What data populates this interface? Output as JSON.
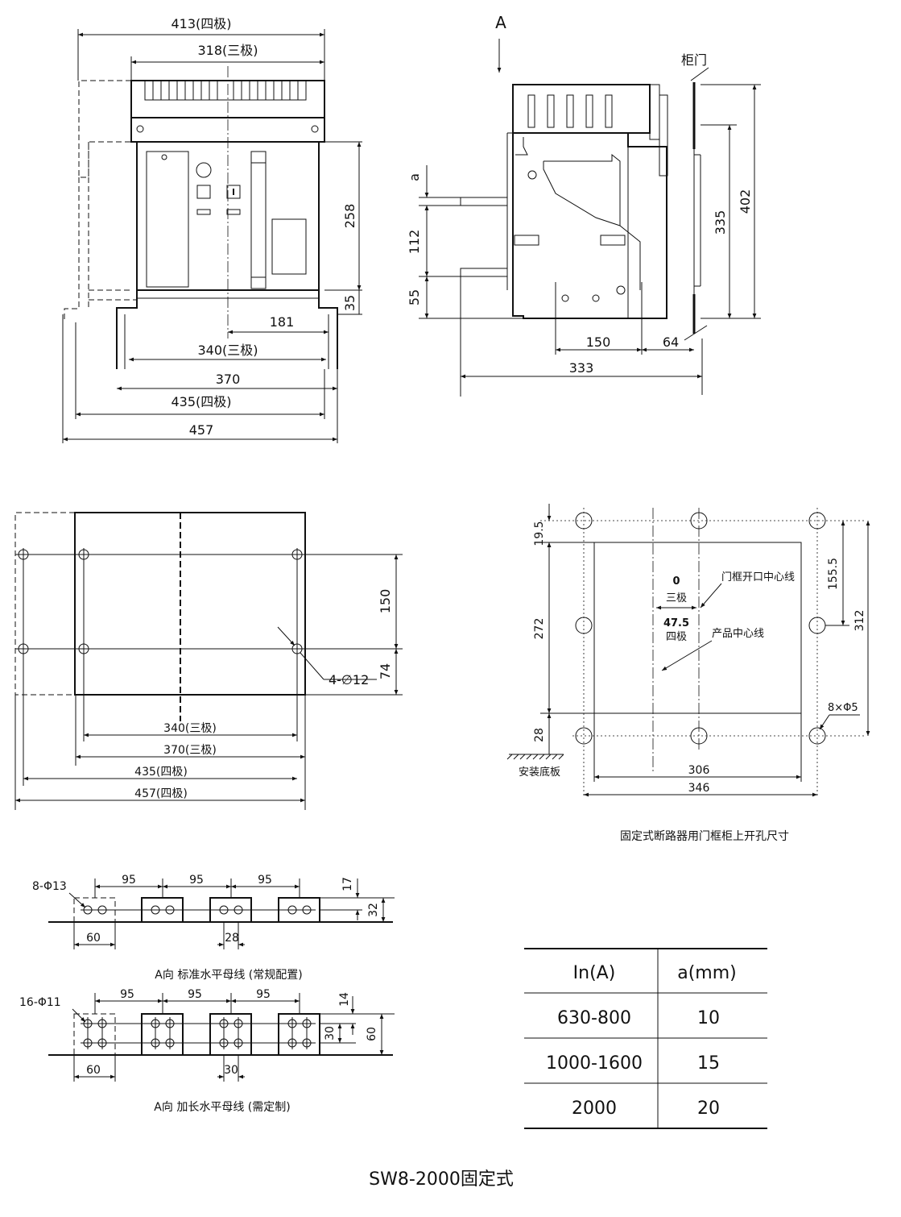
{
  "front_view": {
    "dim_413": "413(四极)",
    "dim_318": "318(三极)",
    "dim_258": "258",
    "dim_35": "35",
    "dim_181": "181",
    "dim_340": "340(三极)",
    "dim_370": "370",
    "dim_435": "435(四极)",
    "dim_457": "457"
  },
  "side_view": {
    "arrow_label": "A",
    "door_label": "柜门",
    "dim_a": "a",
    "dim_112": "112",
    "dim_55": "55",
    "dim_335": "335",
    "dim_402": "402",
    "dim_150": "150",
    "dim_64": "64",
    "dim_333": "333"
  },
  "mount_view": {
    "dim_150": "150",
    "dim_74": "74",
    "hole_label": "4-∅12",
    "dim_340": "340(三极)",
    "dim_370": "370(三极)",
    "dim_435": "435(四极)",
    "dim_457": "457(四极)"
  },
  "door_cutout": {
    "dim_19_5": "19.5",
    "dim_272": "272",
    "dim_28": "28",
    "dim_155_5": "155.5",
    "dim_312": "312",
    "zero": "0",
    "three_pole": "三极",
    "offset": "47.5",
    "four_pole": "四极",
    "door_center": "门框开口中心线",
    "product_center": "产品中心线",
    "hole_label": "8×Φ5",
    "base_label": "安装底板",
    "dim_306": "306",
    "dim_346": "346",
    "caption": "固定式断路器用门框柜上开孔尺寸"
  },
  "busbar_std": {
    "hole_label": "8-Φ13",
    "pitch_1": "95",
    "pitch_2": "95",
    "pitch_3": "95",
    "dim_17": "17",
    "dim_32": "32",
    "dim_60": "60",
    "dim_28": "28",
    "caption": "A向  标准水平母线 (常规配置)"
  },
  "busbar_ext": {
    "hole_label": "16-Φ11",
    "pitch_1": "95",
    "pitch_2": "95",
    "pitch_3": "95",
    "dim_14": "14",
    "dim_30v": "30",
    "dim_60v": "60",
    "dim_60": "60",
    "dim_30": "30",
    "caption": "A向  加长水平母线 (需定制)"
  },
  "table": {
    "headers": [
      "In(A)",
      "a(mm)"
    ],
    "rows": [
      [
        "630-800",
        "10"
      ],
      [
        "1000-1600",
        "15"
      ],
      [
        "2000",
        "20"
      ]
    ]
  },
  "title": "SW8-2000固定式"
}
